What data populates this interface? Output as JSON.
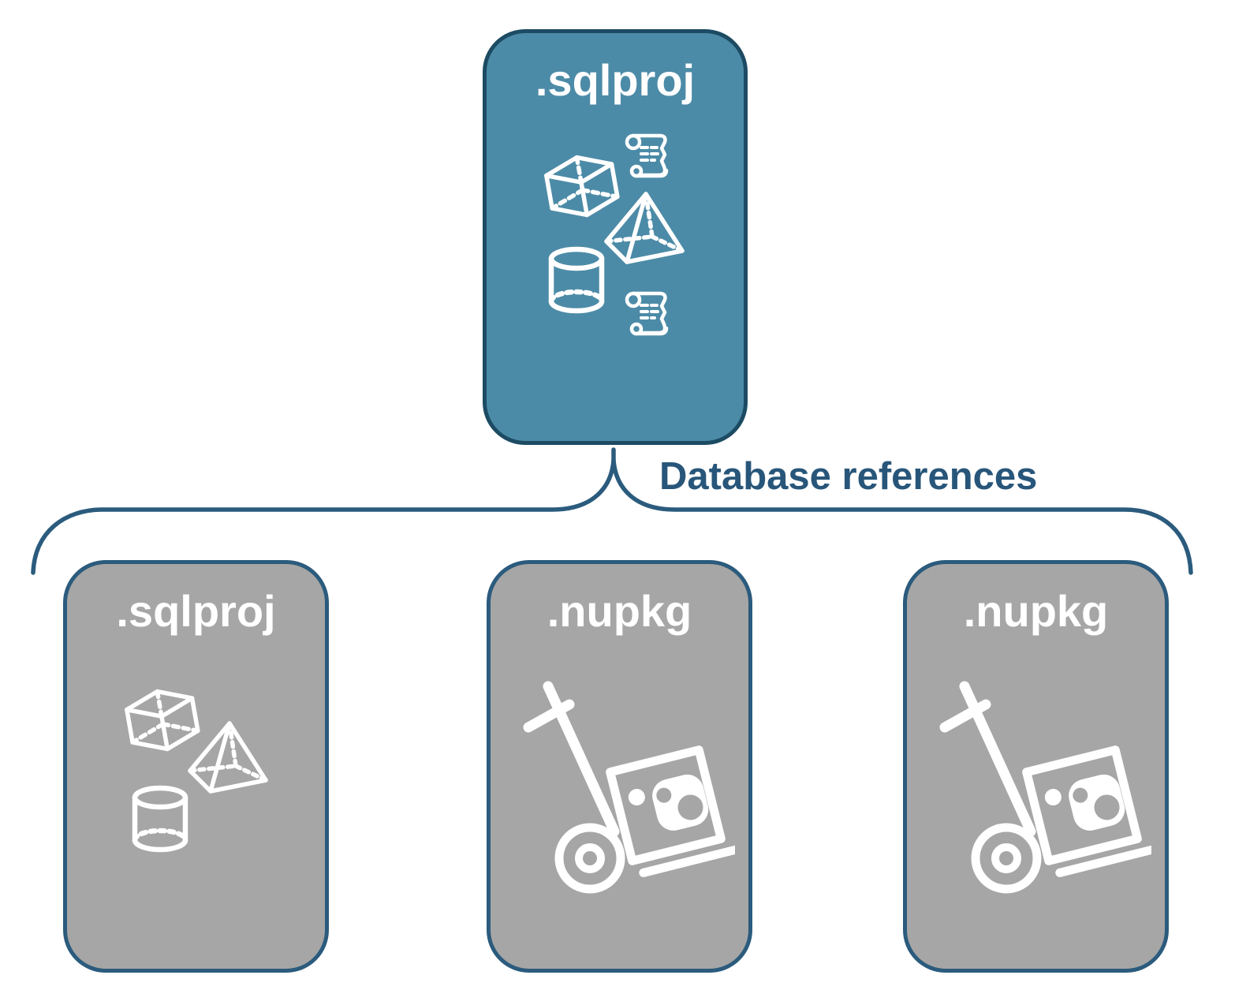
{
  "diagram": {
    "root_card": {
      "label": ".sqlproj",
      "fill": "#4C8BA7",
      "border": "#1C4B63",
      "icons": [
        "scroll-icon",
        "cube-icon",
        "pyramid-icon",
        "cylinder-icon",
        "scroll-icon"
      ]
    },
    "connector": {
      "label": "Database references",
      "line_color": "#2B5B7D",
      "label_color": "#28567A"
    },
    "child_cards": [
      {
        "label": ".sqlproj",
        "fill": "#A6A6A6",
        "border": "#2B5B7D",
        "icons": [
          "cube-icon",
          "pyramid-icon",
          "cylinder-icon"
        ]
      },
      {
        "label": ".nupkg",
        "fill": "#A6A6A6",
        "border": "#2B5B7D",
        "icons": [
          "hand-truck-package-icon"
        ]
      },
      {
        "label": ".nupkg",
        "fill": "#A6A6A6",
        "border": "#2B5B7D",
        "icons": [
          "hand-truck-package-icon"
        ]
      }
    ],
    "colors": {
      "background": "#FFFFFF",
      "icon_stroke": "#FFFFFF"
    }
  }
}
